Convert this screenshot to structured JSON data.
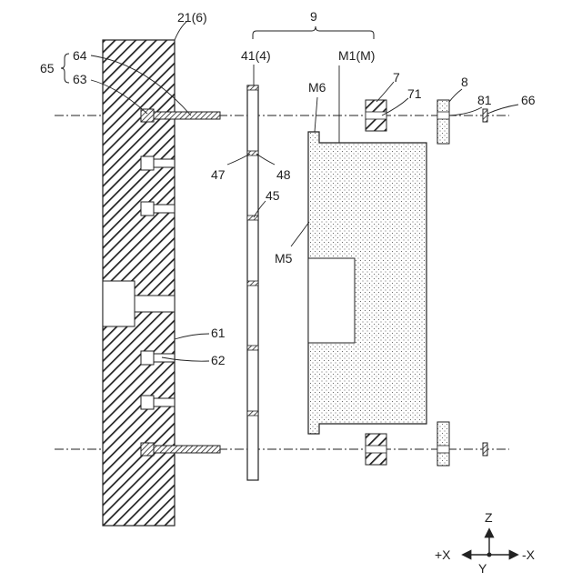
{
  "labels": {
    "plate_21": "21(6)",
    "group_9": "9",
    "plate_41": "41(4)",
    "mold_m1": "M1(M)",
    "r64": "64",
    "r65": "65",
    "r63": "63",
    "m6": "M6",
    "r7": "7",
    "r71": "71",
    "r8": "8",
    "r81": "81",
    "r66": "66",
    "r47": "47",
    "r48": "48",
    "r45": "45",
    "m5": "M5",
    "r61": "61",
    "r62": "62"
  },
  "axes": {
    "z": "Z",
    "plus_x": "+X",
    "minus_x": "-X",
    "y": "Y"
  },
  "colors": {
    "ink": "#222222",
    "background": "#ffffff"
  }
}
